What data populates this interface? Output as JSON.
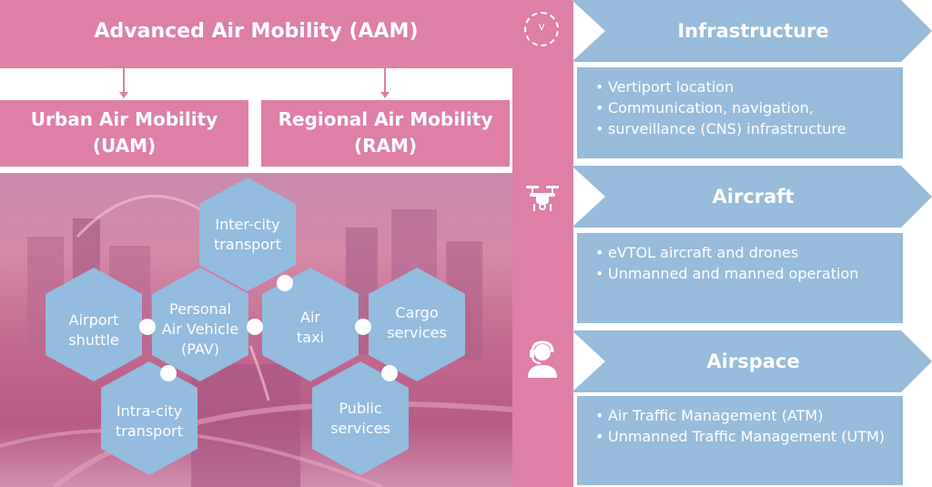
{
  "header": {
    "title": "Advanced Air Mobility (AAM)"
  },
  "uam": {
    "line1": "Urban Air Mobility",
    "line2": "(UAM)"
  },
  "ram": {
    "line1": "Regional Air Mobility",
    "line2": "(RAM)"
  },
  "badge": "v",
  "hexagons": [
    {
      "line1": "Inter-city",
      "line2": "transport"
    },
    {
      "line1": "Airport",
      "line2": "shuttle"
    },
    {
      "line1": "Personal",
      "line2": "Air Vehicle",
      "line3": "(PAV)"
    },
    {
      "line1": "Air",
      "line2": "taxi"
    },
    {
      "line1": "Cargo",
      "line2": "services"
    },
    {
      "line1": "Intra-city",
      "line2": "transport"
    },
    {
      "line1": "Public",
      "line2": "services"
    }
  ],
  "sections": [
    {
      "title": "Infrastructure",
      "icon": "network-icon",
      "bullets": [
        "Vertiport location",
        "Communication, navigation,",
        "surveillance (CNS) infrastructure"
      ]
    },
    {
      "title": "Aircraft",
      "icon": "drone-icon",
      "bullets": [
        "eVTOL aircraft and drones",
        "Unmanned and manned operation"
      ]
    },
    {
      "title": "Airspace",
      "icon": "controller-icon",
      "bullets": [
        "Air Traffic Management (ATM)",
        "Unmanned Traffic Management (UTM)"
      ]
    }
  ],
  "colors": {
    "pink": "#dd7fa6",
    "blue": "#97bcdc",
    "hex": "#93bcdf"
  }
}
